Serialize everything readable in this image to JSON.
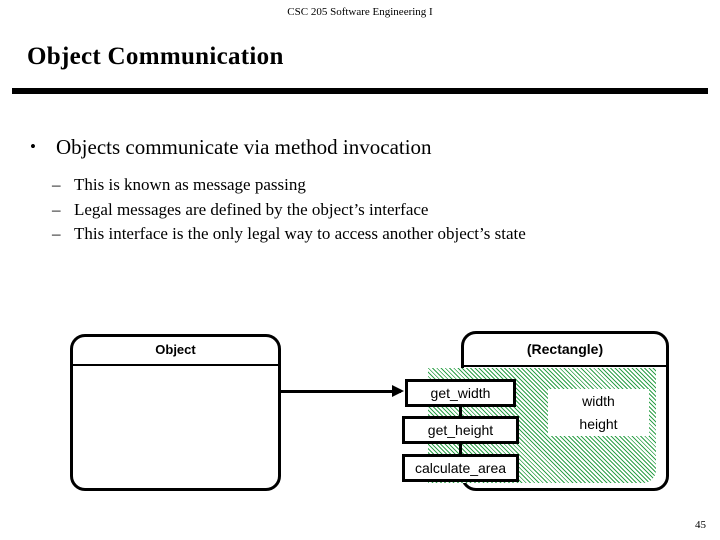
{
  "slide": {
    "header": "CSC 205 Software Engineering I",
    "title": "Object Communication",
    "page_number": "45"
  },
  "content": {
    "bullet_marker": "•",
    "subbullet_marker": "–",
    "main_bullet": "Objects communicate via method invocation",
    "sub_bullets": [
      "This is known as message passing",
      "Legal messages are defined by the object’s interface",
      "This interface is the only legal way to access another object’s state"
    ]
  },
  "diagram": {
    "object_box": {
      "label": "Object"
    },
    "rectangle_box": {
      "label": "(Rectangle)",
      "state_fields": "width\nheight",
      "state_field_1": "width",
      "state_field_2": "height",
      "methods": [
        "get_width",
        "get_height",
        "calculate_area"
      ]
    },
    "colors": {
      "hatch_green": "#2fa14a",
      "outline_black": "#000000",
      "background_white": "#ffffff"
    }
  }
}
